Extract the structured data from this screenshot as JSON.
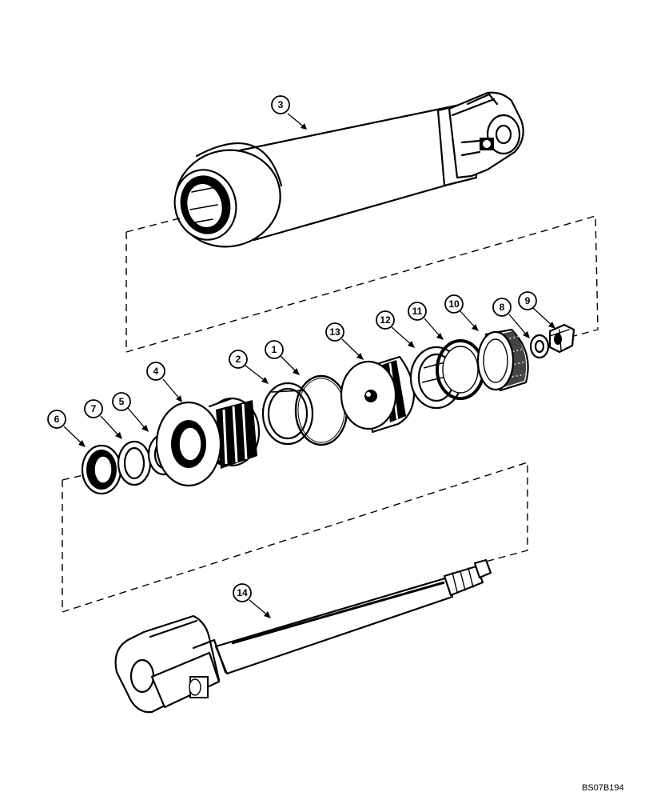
{
  "diagram": {
    "drawing_ref": "BS07B194",
    "callouts": [
      {
        "id": "3",
        "label": "3"
      },
      {
        "id": "4",
        "label": "4"
      },
      {
        "id": "2",
        "label": "2"
      },
      {
        "id": "1",
        "label": "1"
      },
      {
        "id": "13",
        "label": "13"
      },
      {
        "id": "12",
        "label": "12"
      },
      {
        "id": "11",
        "label": "11"
      },
      {
        "id": "10",
        "label": "10"
      },
      {
        "id": "8",
        "label": "8"
      },
      {
        "id": "9",
        "label": "9"
      },
      {
        "id": "6",
        "label": "6"
      },
      {
        "id": "7",
        "label": "7"
      },
      {
        "id": "5",
        "label": "5"
      },
      {
        "id": "14",
        "label": "14"
      }
    ]
  }
}
